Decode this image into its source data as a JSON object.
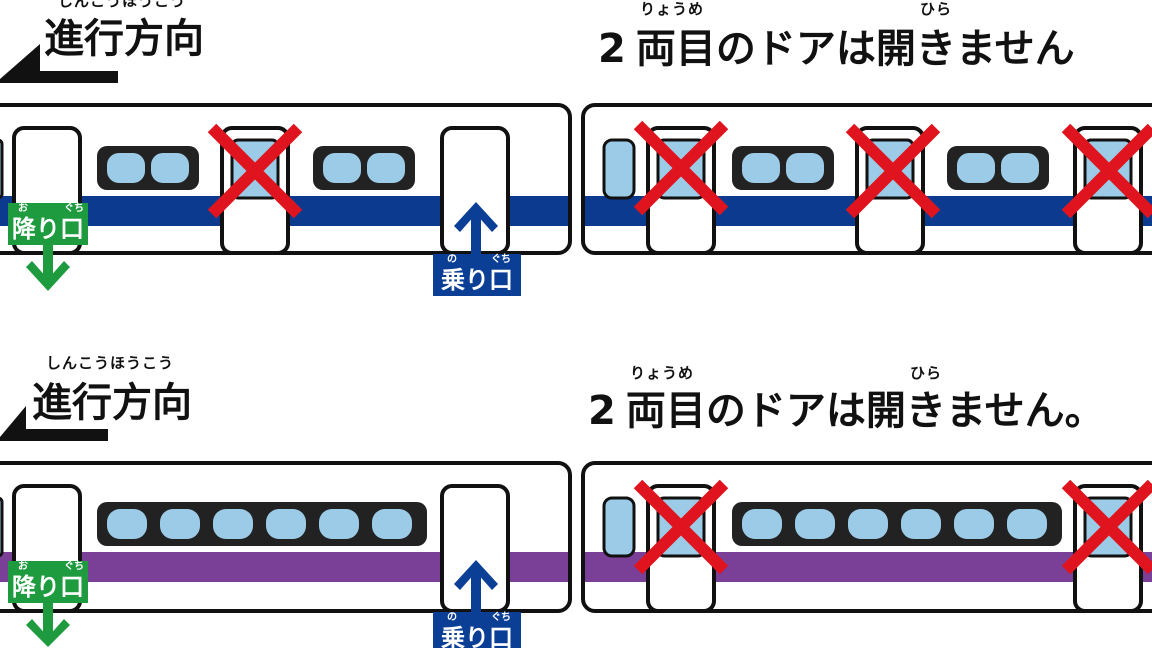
{
  "colors": {
    "stripe_top": "#0b3a8f",
    "stripe_bottom": "#7a3f96",
    "window_glass": "#9ccbe8",
    "cross": "#e0141e",
    "exit_green": "#1e9a3f",
    "entry_blue": "#0b3e95"
  },
  "icons": [
    "left-arrow-icon",
    "down-arrow-icon",
    "up-arrow-icon",
    "cross-icon",
    "train-car-icon"
  ],
  "panels": [
    {
      "direction": {
        "ruby": "しんこうほうこう",
        "title": "進行方向"
      },
      "door_notice": {
        "number": "2",
        "ruby_left": "りょうめ",
        "text_left": "両目",
        "particle": "の",
        "katakana": "ドア",
        "mid": "は",
        "ruby_right": "ひら",
        "text_right": "開きません"
      },
      "exit_tag": {
        "ruby_o": "お",
        "ruby_guchi": "ぐち",
        "label": "降り口"
      },
      "entry_tag": {
        "ruby_no": "の",
        "ruby_guchi": "ぐち",
        "label": "乗り口"
      }
    },
    {
      "direction": {
        "ruby": "しんこうほうこう",
        "title": "進行方向"
      },
      "door_notice": {
        "number": "2",
        "ruby_left": "りょうめ",
        "text_left": "両目",
        "particle": "の",
        "katakana": "ドア",
        "mid": "は",
        "ruby_right": "ひら",
        "text_right": "開きません。"
      },
      "exit_tag": {
        "ruby_o": "お",
        "ruby_guchi": "ぐち",
        "label": "降り口"
      },
      "entry_tag": {
        "ruby_no": "の",
        "ruby_guchi": "ぐち",
        "label": "乗り口"
      }
    }
  ]
}
